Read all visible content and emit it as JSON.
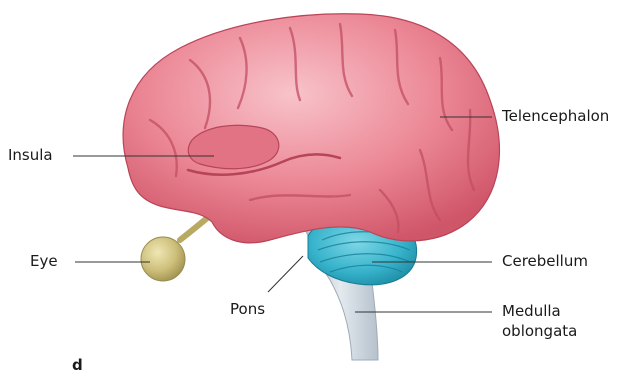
{
  "panel_letter": "d",
  "labels": {
    "insula": "Insula",
    "eye": "Eye",
    "pons": "Pons",
    "telencephalon": "Telencephalon",
    "cerebellum": "Cerebellum",
    "medulla_line1": "Medulla",
    "medulla_line2": "oblongata"
  },
  "colors": {
    "cerebrum": "#e87886",
    "cerebrum_light": "#f4a9b3",
    "cerebrum_dark": "#c94f62",
    "cerebellum": "#3bb6cc",
    "cerebellum_dark": "#1c8aa6",
    "brainstem": "#c9d3dc",
    "eye": "#cdbf7a",
    "eye_stalk": "#c2b46a",
    "leader": "#333333"
  }
}
